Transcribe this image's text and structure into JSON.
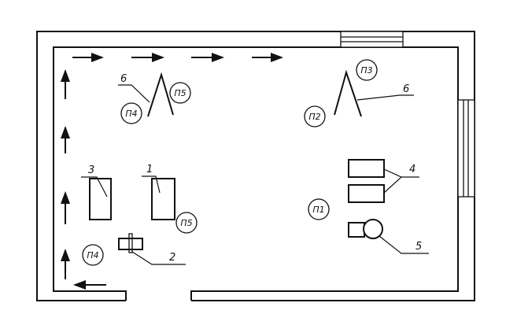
{
  "diagram": {
    "type": "floor-plan",
    "equipment_labels": {
      "item_1": "1",
      "item_2": "2",
      "item_3": "3",
      "item_4": "4",
      "item_5": "5",
      "item_6_left": "6",
      "item_6_right": "6"
    },
    "position_markers": {
      "p5_top": "П5",
      "p4_top": "П4",
      "p3": "П3",
      "p2": "П2",
      "p1": "П1",
      "p4_bottom": "П4",
      "p5_bottom": "П5"
    },
    "stroke_color": "#111111",
    "background_color": "#ffffff"
  }
}
